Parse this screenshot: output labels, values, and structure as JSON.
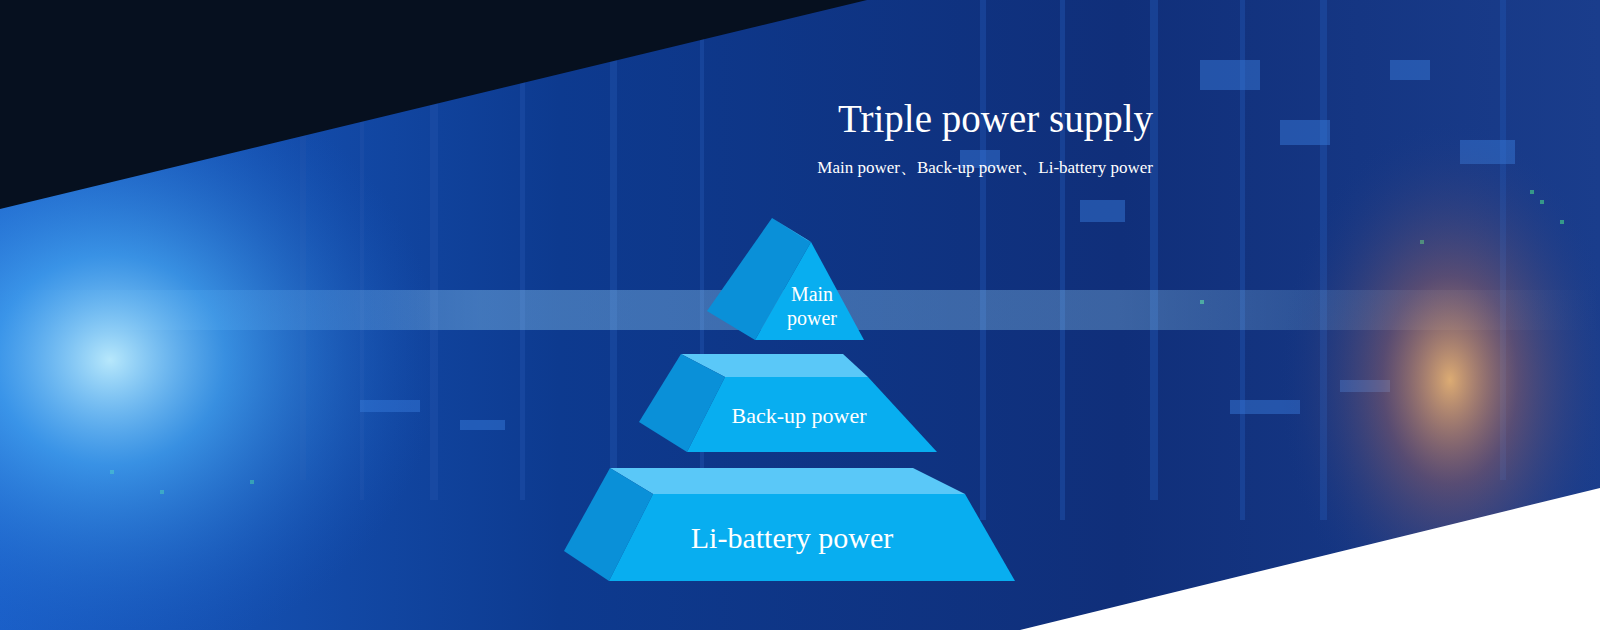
{
  "diagram": {
    "title": "Triple power supply",
    "nodes": [
      {
        "text": [
          "Main power"
        ]
      },
      {
        "text": [
          "Back-up power"
        ]
      },
      {
        "text": [
          "Li-battery power"
        ]
      }
    ],
    "labels": [
      "Main power、Back-up power、Li-battery power"
    ]
  }
}
